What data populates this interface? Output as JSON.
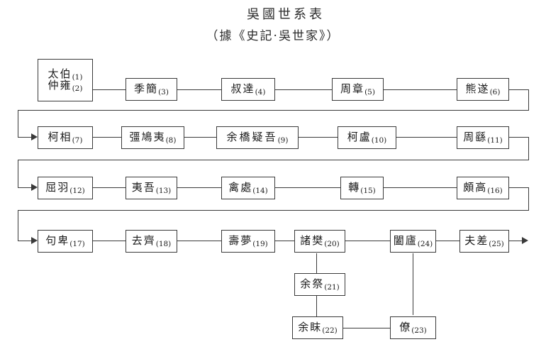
{
  "title": {
    "main": "吳國世系表",
    "sub": "（據《史記·吳世家》）"
  },
  "chart_data": {
    "type": "diagram",
    "title": "吳國世系表",
    "subtitle": "（據《史記·吳世家》）",
    "nodes": [
      {
        "id": 1,
        "name": "太伯",
        "num": "(1)"
      },
      {
        "id": 2,
        "name": "仲雍",
        "num": "(2)"
      },
      {
        "id": 3,
        "name": "季簡",
        "num": "(3)"
      },
      {
        "id": 4,
        "name": "叔達",
        "num": "(4)"
      },
      {
        "id": 5,
        "name": "周章",
        "num": "(5)"
      },
      {
        "id": 6,
        "name": "熊遂",
        "num": "(6)"
      },
      {
        "id": 7,
        "name": "柯相",
        "num": "(7)"
      },
      {
        "id": 8,
        "name": "彊鳩夷",
        "num": "(8)"
      },
      {
        "id": 9,
        "name": "余橋疑吾",
        "num": "(9)"
      },
      {
        "id": 10,
        "name": "柯盧",
        "num": "(10)"
      },
      {
        "id": 11,
        "name": "周繇",
        "num": "(11)"
      },
      {
        "id": 12,
        "name": "屈羽",
        "num": "(12)"
      },
      {
        "id": 13,
        "name": "夷吾",
        "num": "(13)"
      },
      {
        "id": 14,
        "name": "禽處",
        "num": "(14)"
      },
      {
        "id": 15,
        "name": "轉",
        "num": "(15)"
      },
      {
        "id": 16,
        "name": "頗高",
        "num": "(16)"
      },
      {
        "id": 17,
        "name": "句卑",
        "num": "(17)"
      },
      {
        "id": 18,
        "name": "去齊",
        "num": "(18)"
      },
      {
        "id": 19,
        "name": "壽夢",
        "num": "(19)"
      },
      {
        "id": 20,
        "name": "諸樊",
        "num": "(20)"
      },
      {
        "id": 21,
        "name": "余祭",
        "num": "(21)"
      },
      {
        "id": 22,
        "name": "余眜",
        "num": "(22)"
      },
      {
        "id": 23,
        "name": "僚",
        "num": "(23)"
      },
      {
        "id": 24,
        "name": "闔廬",
        "num": "(24)"
      },
      {
        "id": 25,
        "name": "夫差",
        "num": "(25)"
      }
    ],
    "edges": [
      {
        "from": 2,
        "to": 3
      },
      {
        "from": 3,
        "to": 4
      },
      {
        "from": 4,
        "to": 5
      },
      {
        "from": 5,
        "to": 6
      },
      {
        "from": 6,
        "to": 7
      },
      {
        "from": 7,
        "to": 8
      },
      {
        "from": 8,
        "to": 9
      },
      {
        "from": 9,
        "to": 10
      },
      {
        "from": 10,
        "to": 11
      },
      {
        "from": 11,
        "to": 12
      },
      {
        "from": 12,
        "to": 13
      },
      {
        "from": 13,
        "to": 14
      },
      {
        "from": 14,
        "to": 15
      },
      {
        "from": 15,
        "to": 16
      },
      {
        "from": 16,
        "to": 17
      },
      {
        "from": 17,
        "to": 18
      },
      {
        "from": 18,
        "to": 19
      },
      {
        "from": 19,
        "to": 20
      },
      {
        "from": 20,
        "to": 21
      },
      {
        "from": 21,
        "to": 22
      },
      {
        "from": 22,
        "to": 23
      },
      {
        "from": 23,
        "to": 24
      },
      {
        "from": 24,
        "to": 25
      }
    ],
    "rows": [
      [
        1,
        2,
        3,
        4,
        5,
        6
      ],
      [
        7,
        8,
        9,
        10,
        11
      ],
      [
        12,
        13,
        14,
        15,
        16
      ],
      [
        17,
        18,
        19,
        20,
        24,
        25
      ],
      [
        21
      ],
      [
        22,
        23
      ]
    ],
    "colors": {
      "line": "#3a3a3a",
      "text": "#1b1b1b",
      "background": "#ffffff"
    }
  }
}
